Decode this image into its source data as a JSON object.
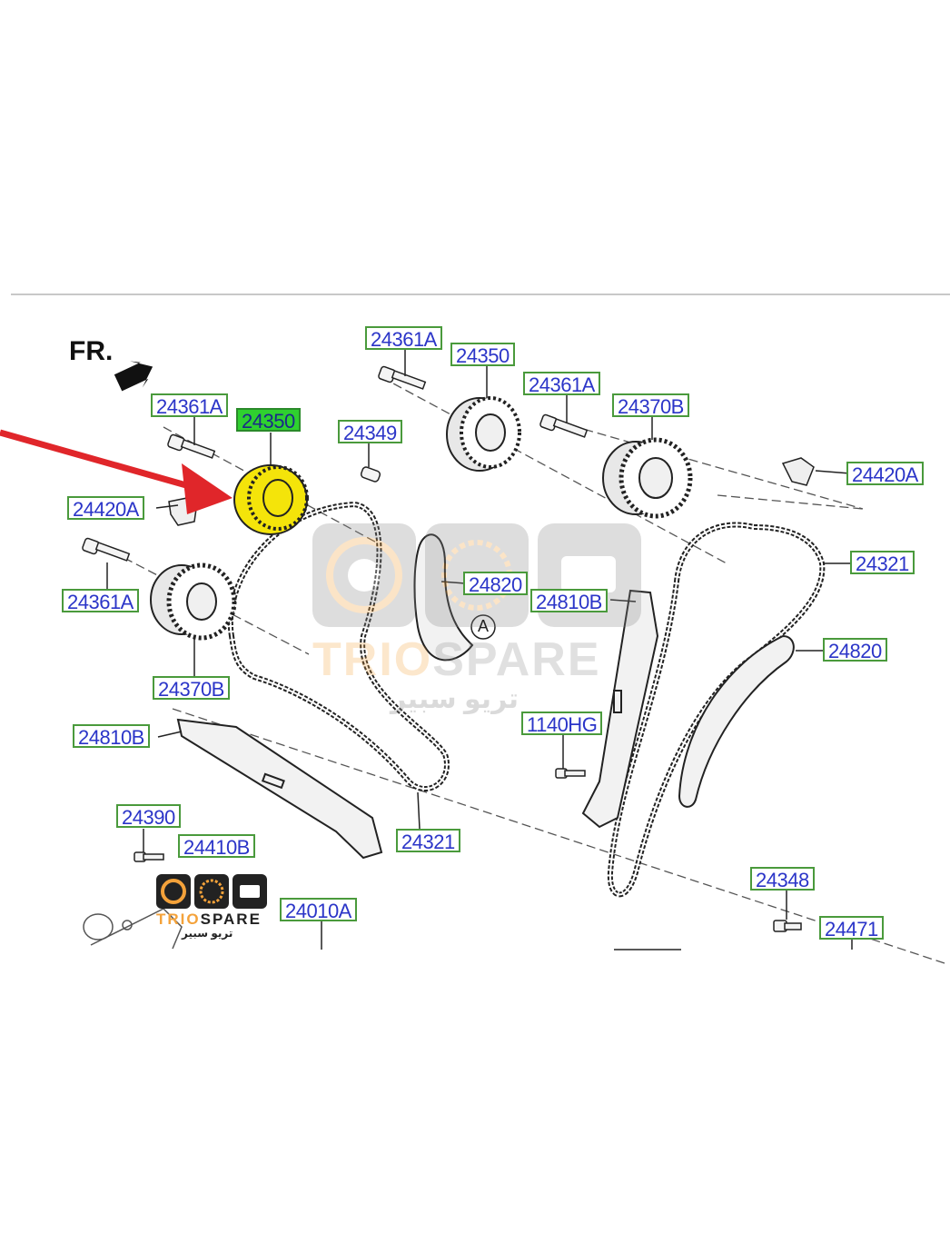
{
  "diagram": {
    "direction_label": "FR.",
    "callout_a": "A",
    "highlighted_part": "24350",
    "highlight_color": "#f4e40a",
    "arrow_color": "#e0262a",
    "labels": [
      "24361A",
      "24350",
      "24361A",
      "24370B",
      "24349",
      "24350",
      "24420A",
      "24420A",
      "24361A",
      "24321",
      "24820",
      "24810B",
      "24370B",
      "24820",
      "24810B",
      "1140HG",
      "24390",
      "24410B",
      "24321",
      "24348",
      "24010A",
      "24471"
    ]
  },
  "watermark": {
    "brand_part1": "TRIO",
    "brand_part2": "SPARE",
    "arabic": "تريو سبير",
    "accent_color": "#f4a23a"
  }
}
